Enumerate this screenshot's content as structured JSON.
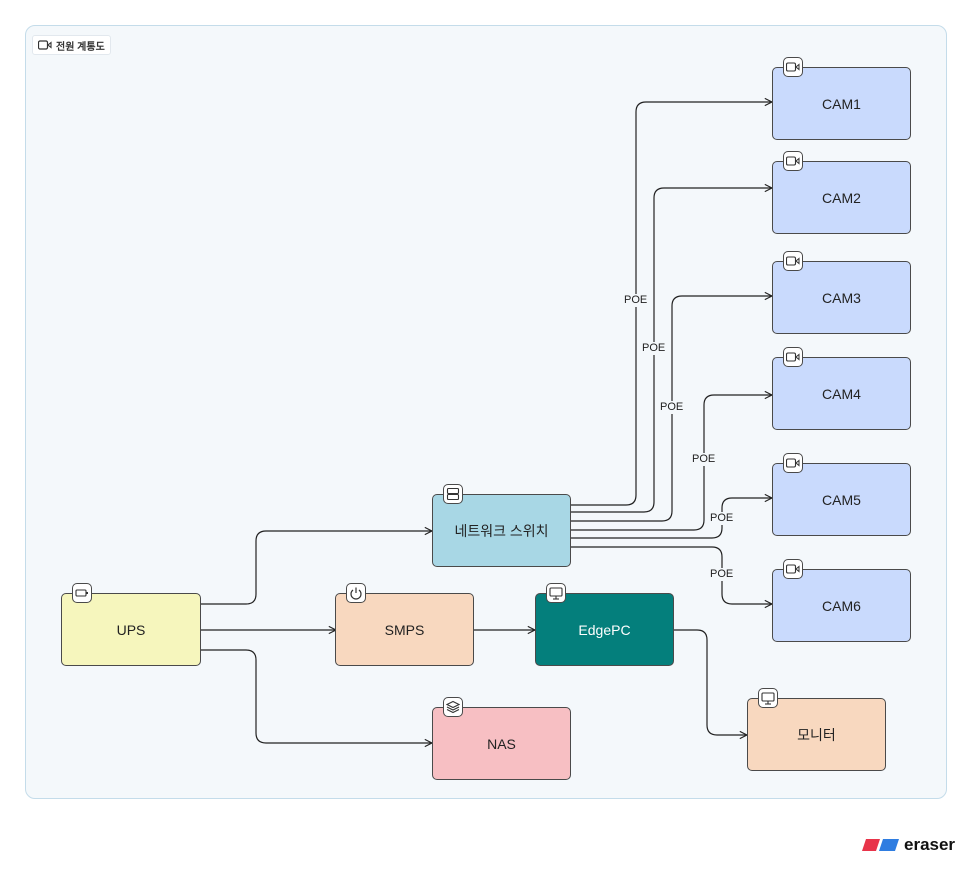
{
  "group": {
    "label": "전원 계통도",
    "icon": "camera-icon"
  },
  "nodes": {
    "ups": {
      "label": "UPS",
      "color": "#f6f6bd",
      "icon": "battery-icon"
    },
    "smps": {
      "label": "SMPS",
      "color": "#f8d8bf",
      "icon": "power-icon"
    },
    "edgepc": {
      "label": "EdgePC",
      "color": "#047f7c",
      "text_color": "#ffffff",
      "icon": "monitor-icon"
    },
    "nas": {
      "label": "NAS",
      "color": "#f7bfc3",
      "icon": "layers-icon"
    },
    "monitor": {
      "label": "모니터",
      "color": "#f8d8bf",
      "icon": "monitor-icon"
    },
    "switch": {
      "label": "네트워크 스위치",
      "color": "#a8d7e5",
      "icon": "server-icon"
    },
    "cam1": {
      "label": "CAM1",
      "color": "#c9dafd",
      "icon": "camera-icon"
    },
    "cam2": {
      "label": "CAM2",
      "color": "#c9dafd",
      "icon": "camera-icon"
    },
    "cam3": {
      "label": "CAM3",
      "color": "#c9dafd",
      "icon": "camera-icon"
    },
    "cam4": {
      "label": "CAM4",
      "color": "#c9dafd",
      "icon": "camera-icon"
    },
    "cam5": {
      "label": "CAM5",
      "color": "#c9dafd",
      "icon": "camera-icon"
    },
    "cam6": {
      "label": "CAM6",
      "color": "#c9dafd",
      "icon": "camera-icon"
    }
  },
  "edges": [
    {
      "from": "ups",
      "to": "switch",
      "label": ""
    },
    {
      "from": "ups",
      "to": "smps",
      "label": ""
    },
    {
      "from": "ups",
      "to": "nas",
      "label": ""
    },
    {
      "from": "smps",
      "to": "edgepc",
      "label": ""
    },
    {
      "from": "edgepc",
      "to": "monitor",
      "label": ""
    },
    {
      "from": "switch",
      "to": "cam1",
      "label": "POE"
    },
    {
      "from": "switch",
      "to": "cam2",
      "label": "POE"
    },
    {
      "from": "switch",
      "to": "cam3",
      "label": "POE"
    },
    {
      "from": "switch",
      "to": "cam4",
      "label": "POE"
    },
    {
      "from": "switch",
      "to": "cam5",
      "label": "POE"
    },
    {
      "from": "switch",
      "to": "cam6",
      "label": "POE"
    }
  ],
  "brand": {
    "name": "eraser",
    "colors": [
      "#e8344a",
      "#2f7de1"
    ]
  }
}
